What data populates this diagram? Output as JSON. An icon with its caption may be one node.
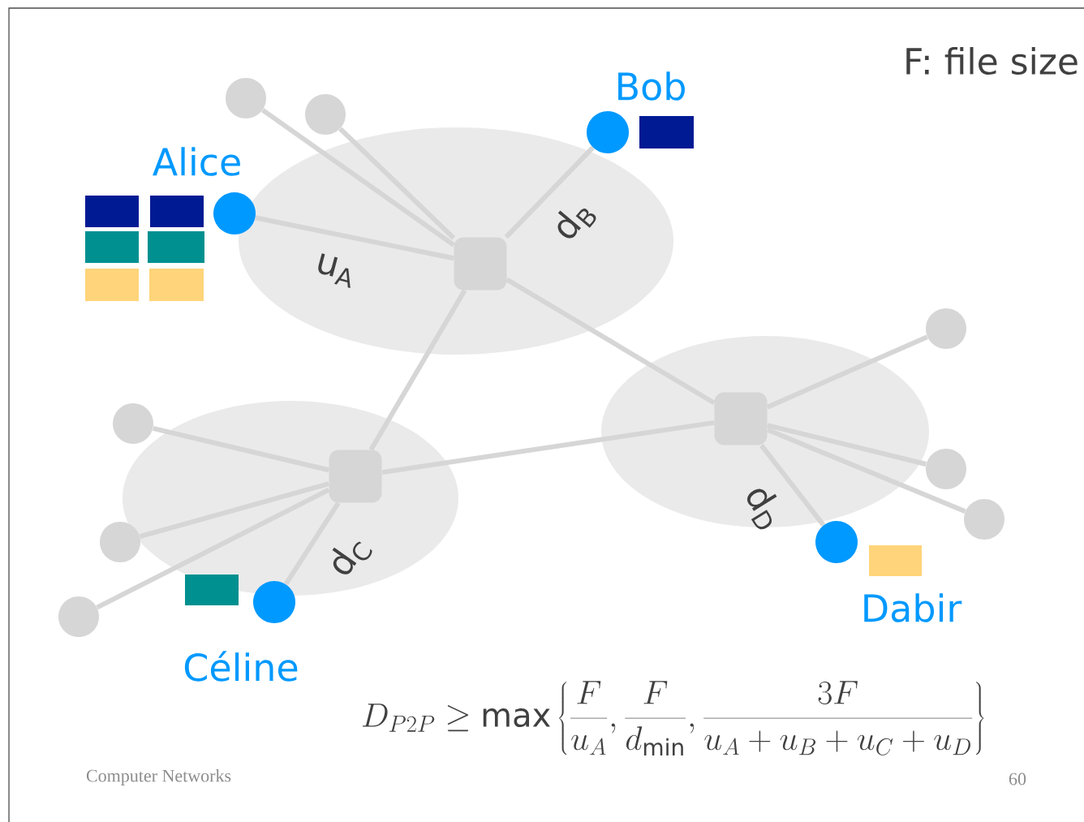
{
  "diagram": {
    "nodes": [
      {
        "text": [],
        "shape": "ellipse"
      },
      {
        "text": [],
        "shape": "ellipse"
      },
      {
        "text": [],
        "shape": "ellipse"
      },
      {
        "text": [],
        "shape": "box",
        "in": 0
      },
      {
        "text": [],
        "shape": "box",
        "in": 1
      },
      {
        "text": [],
        "shape": "box",
        "in": 2
      },
      {
        "text": [
          "Alice"
        ]
      },
      {
        "text": [
          "Bob"
        ]
      },
      {
        "text": [
          "Céline"
        ]
      },
      {
        "text": [
          "Dabir"
        ]
      },
      {
        "text": [],
        "shape": "circle"
      },
      {
        "text": [],
        "shape": "circle"
      },
      {
        "text": [],
        "shape": "circle"
      },
      {
        "text": [],
        "shape": "circle"
      },
      {
        "text": [],
        "shape": "circle"
      },
      {
        "text": [],
        "shape": "circle"
      },
      {
        "text": [],
        "shape": "circle"
      },
      {
        "text": [],
        "shape": "circle"
      }
    ],
    "edges": [
      {
        "from": 6,
        "to": 3,
        "arrow": "none",
        "label": "u$_{A}$"
      },
      {
        "from": 7,
        "to": 3,
        "arrow": "none",
        "label": "d$_{B}$"
      },
      {
        "from": 8,
        "to": 4,
        "arrow": "none",
        "label": "d$_{C}$"
      },
      {
        "from": 9,
        "to": 5,
        "arrow": "none",
        "label": "d$_{D}$"
      },
      {
        "from": 10,
        "to": 3,
        "arrow": "none"
      },
      {
        "from": 11,
        "to": 3,
        "arrow": "none"
      },
      {
        "from": 3,
        "to": 4,
        "arrow": "none"
      },
      {
        "from": 3,
        "to": 5,
        "arrow": "none"
      },
      {
        "from": 4,
        "to": 5,
        "arrow": "none"
      },
      {
        "from": 12,
        "to": 4,
        "arrow": "none"
      },
      {
        "from": 13,
        "to": 4,
        "arrow": "none"
      },
      {
        "from": 14,
        "to": 4,
        "arrow": "none"
      },
      {
        "from": 15,
        "to": 5,
        "arrow": "none"
      },
      {
        "from": 16,
        "to": 5,
        "arrow": "none"
      },
      {
        "from": 17,
        "to": 5,
        "arrow": "none"
      }
    ],
    "labels": [
      "F: file size",
      "D_{P2P} \\geq \\max\\left\\{ \\frac{F}{u_A}, \\frac{F}{d_{\\min}}, \\frac{3F}{u_A+u_B+u_C+u_D} \\right\\}",
      "Computer Networks",
      "60"
    ]
  }
}
